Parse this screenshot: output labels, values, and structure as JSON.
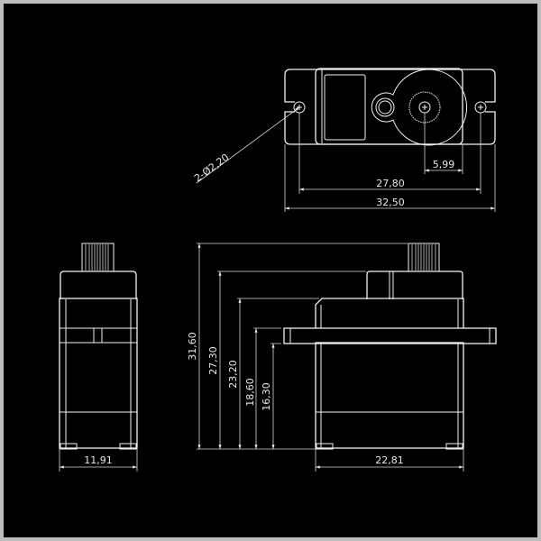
{
  "drawing": {
    "top_view": {
      "hole_callout": "2-Ø2,20",
      "dim_shaft_offset": "5,99",
      "dim_hole_spacing": "27,80",
      "dim_overall_length": "32,50"
    },
    "side_view": {
      "dim_total_height": "31,60",
      "dim_case_height": "27,30",
      "dim_body_height": "23,20",
      "dim_flange_top": "18,60",
      "dim_flange_bottom": "16,30",
      "dim_body_length": "22,81"
    },
    "end_view": {
      "dim_width": "11,91"
    }
  },
  "colors": {
    "background": "#000000",
    "lines": "#f2f2f2",
    "frame": "#bdbdbd"
  }
}
